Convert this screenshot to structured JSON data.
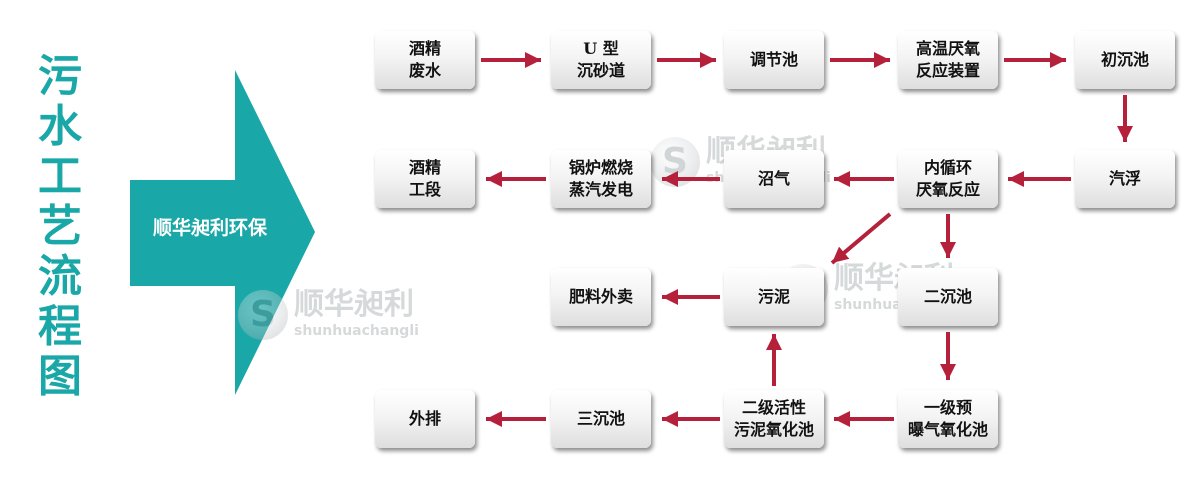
{
  "title_vertical": [
    "污",
    "水",
    "工",
    "艺",
    "流",
    "程",
    "图"
  ],
  "arrow_label": "顺华昶利环保",
  "colors": {
    "teal": "#1aa7a7",
    "arrow_red": "#b5203a"
  },
  "nodes": {
    "jiujing_feishui": "酒精\n废水",
    "u_shachi": "U 型\n沉砂道",
    "tiaojiechi": "调节池",
    "gaowen_yanyang": "高温厌氧\n反应装置",
    "chuchenchi": "初沉池",
    "qifu": "汽浮",
    "neixunhuan": "内循环\n厌氧反应",
    "zhaoqi": "沼气",
    "guolu": "锅炉燃烧\n蒸汽发电",
    "jiujing_gongduan": "酒精\n工段",
    "erchenchi": "二沉池",
    "wuni": "污泥",
    "feiliao": "肥料外卖",
    "yiji_yupu": "一级预\n曝气氧化池",
    "erji_huoxing": "二级活性\n污泥氧化池",
    "sanchenchi": "三沉池",
    "waipai": "外排"
  },
  "watermark": {
    "cn": "顺华昶利",
    "en": "shunhuachangli",
    "logo": "S"
  }
}
